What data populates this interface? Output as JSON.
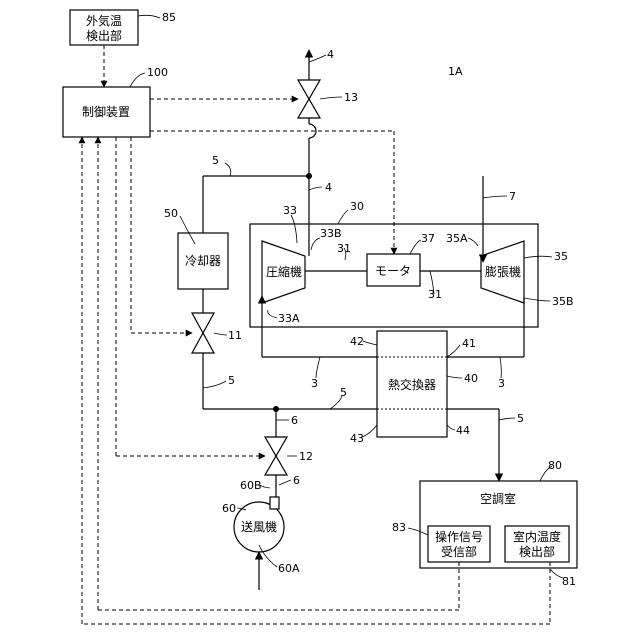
{
  "figure_label": "1A",
  "boxes": {
    "outdoor_temp_detector": {
      "line1": "外気温",
      "line2": "検出部",
      "ref": "85"
    },
    "controller": {
      "label": "制御装置",
      "ref": "100"
    },
    "cooler": {
      "label": "冷却器",
      "ref": "50"
    },
    "compressor": {
      "label": "圧縮機",
      "ref": "33"
    },
    "motor": {
      "label": "モータ",
      "ref": "37"
    },
    "expander": {
      "label": "膨張機",
      "ref": "35"
    },
    "heat_exchanger": {
      "label": "熱交換器",
      "ref": "40"
    },
    "fan": {
      "label": "送風機",
      "ref": "60"
    },
    "conditioned_room": {
      "label": "空調室",
      "ref": "80"
    },
    "operation_signal_receiver": {
      "line1": "操作信号",
      "line2": "受信部",
      "ref": "83"
    },
    "room_temp_detector": {
      "line1": "室内温度",
      "line2": "検出部",
      "ref": "81"
    }
  },
  "refs": {
    "r4_top": "4",
    "r13": "13",
    "r5_a": "5",
    "r4_b": "4",
    "r30": "30",
    "r33B": "33B",
    "r31_a": "31",
    "r35A": "35A",
    "r7": "7",
    "r31_b": "31",
    "r35B": "35B",
    "r33A": "33A",
    "r11": "11",
    "r42": "42",
    "r41": "41",
    "r3_a": "3",
    "r3_b": "3",
    "r5_b": "5",
    "r5_c": "5",
    "r6_a": "6",
    "r43": "43",
    "r44": "44",
    "r5_d": "5",
    "r12": "12",
    "r60B": "60B",
    "r6_b": "6",
    "r60A": "60A"
  }
}
